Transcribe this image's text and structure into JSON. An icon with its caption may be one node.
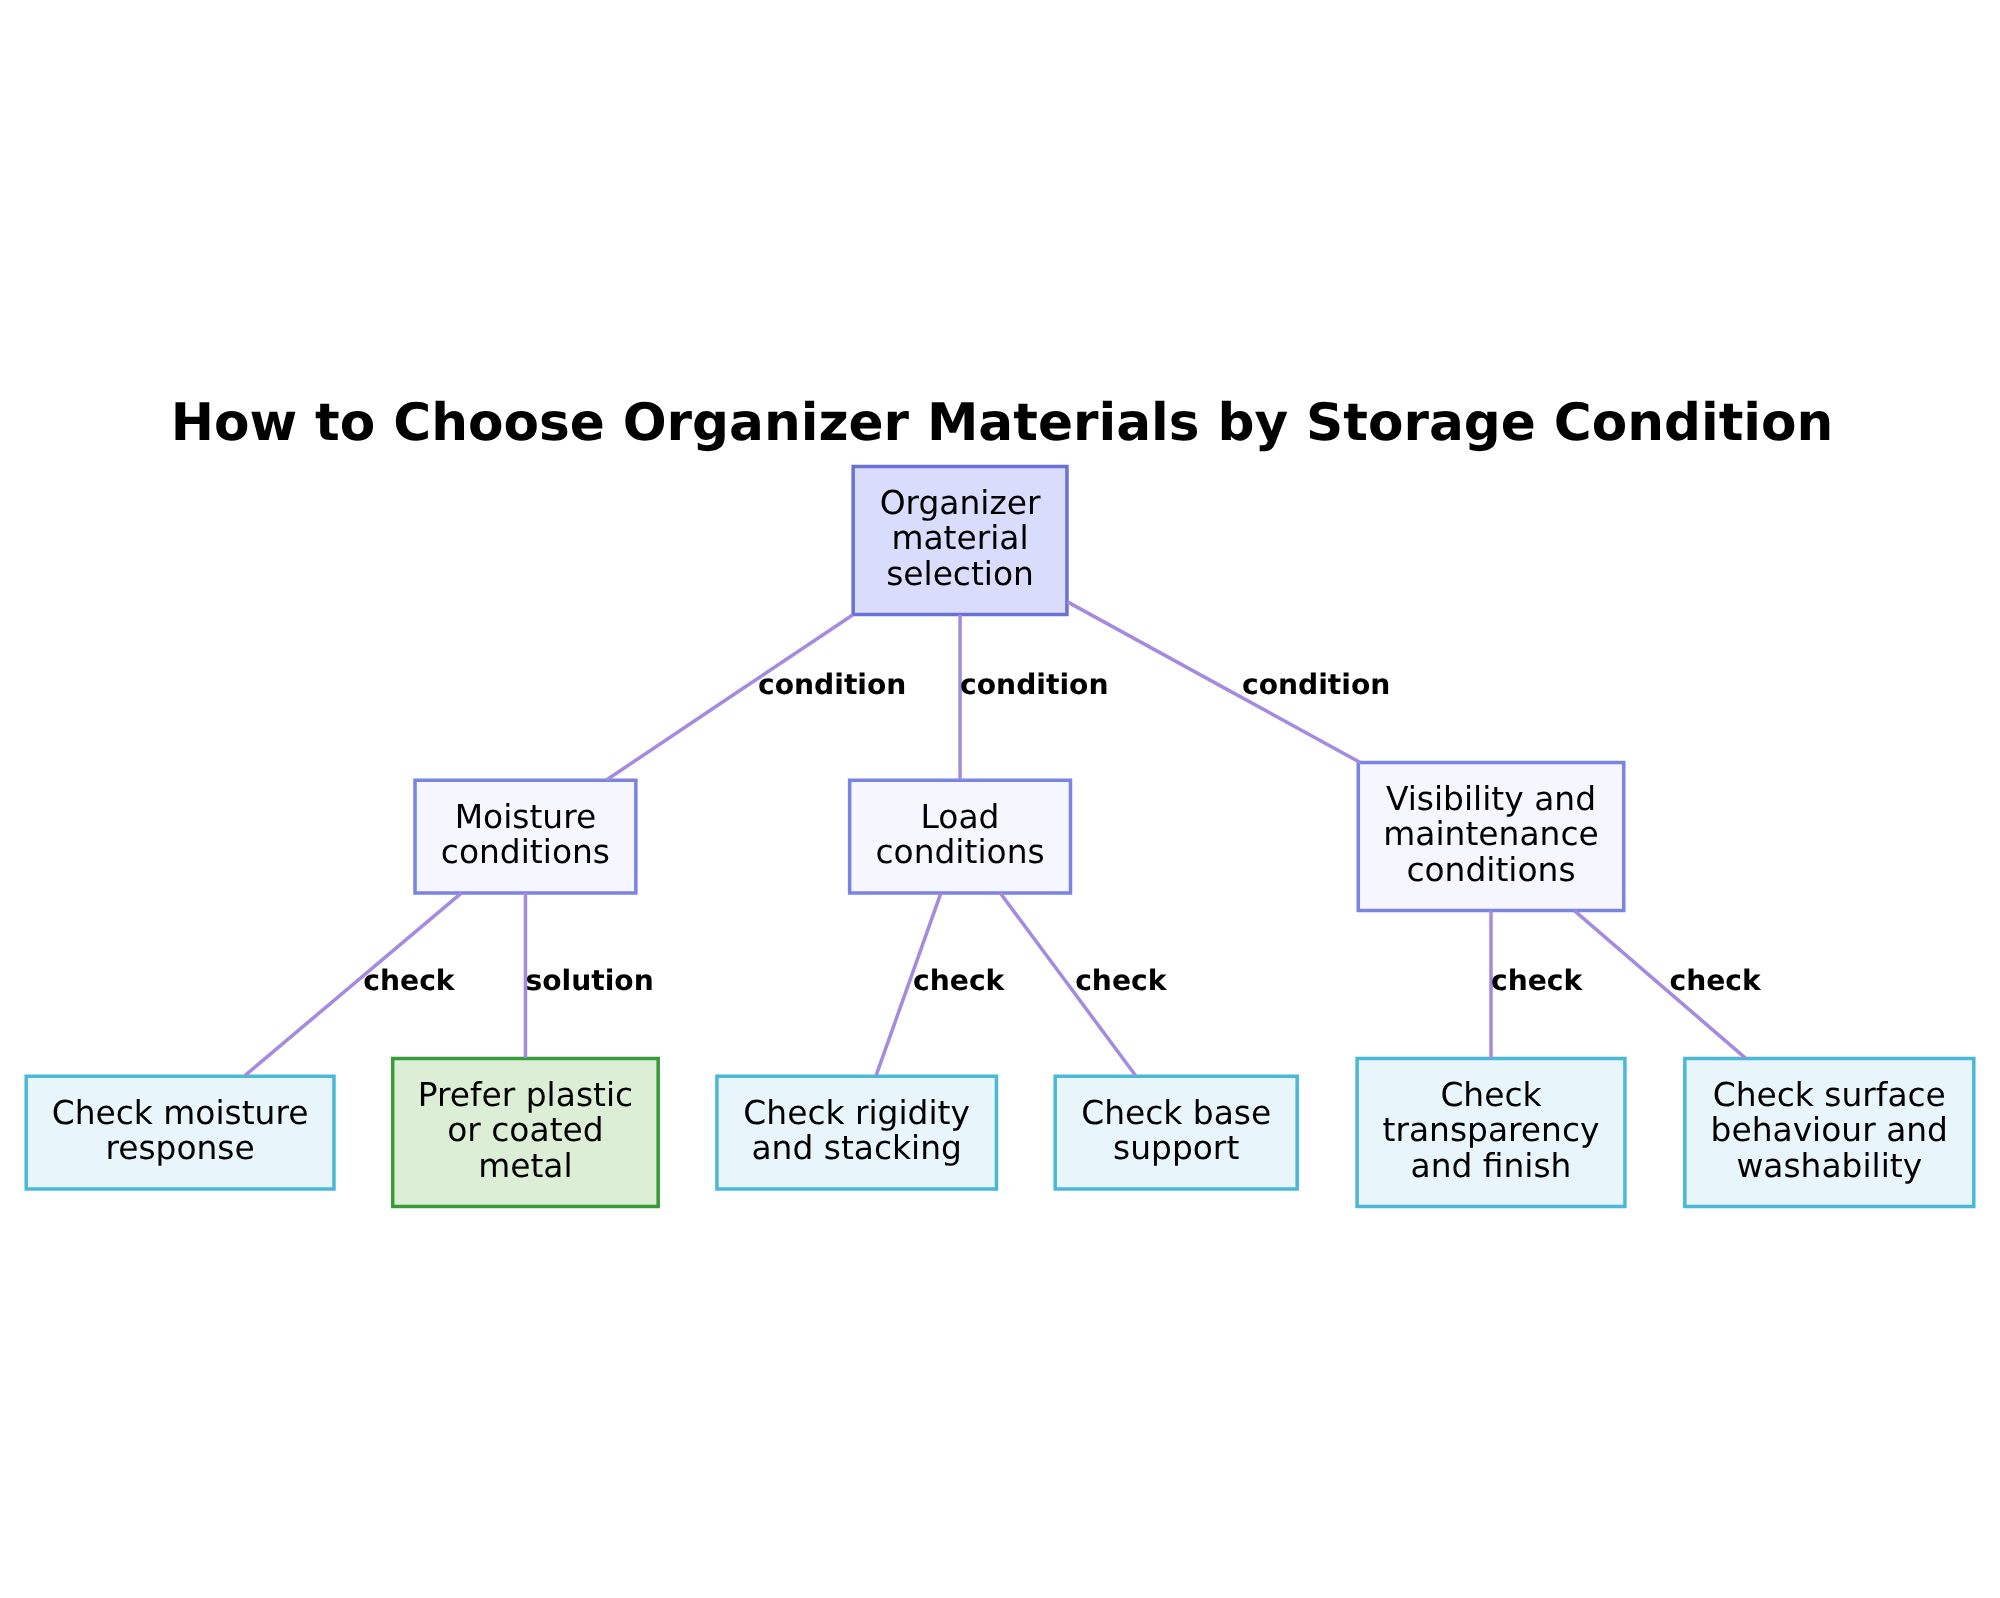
{
  "diagram": {
    "title": "How to Choose Organizer Materials by Storage Condition",
    "nodes": [
      {
        "text": [
          "Organizer material selection"
        ]
      },
      {
        "text": [
          "Moisture conditions"
        ]
      },
      {
        "text": [
          "Load conditions"
        ]
      },
      {
        "text": [
          "Visibility and maintenance conditions"
        ]
      },
      {
        "text": [
          "Check moisture response"
        ]
      },
      {
        "text": [
          "Prefer plastic or coated metal"
        ]
      },
      {
        "text": [
          "Check rigidity and stacking"
        ]
      },
      {
        "text": [
          "Check base support"
        ]
      },
      {
        "text": [
          "Check transparency and finish"
        ]
      },
      {
        "text": [
          "Check surface behaviour and washability"
        ]
      }
    ],
    "edges": [
      {
        "from": 0,
        "to": 1,
        "arrow": "none",
        "label": "condition"
      },
      {
        "from": 0,
        "to": 2,
        "arrow": "none",
        "label": "condition"
      },
      {
        "from": 0,
        "to": 3,
        "arrow": "none",
        "label": "condition"
      },
      {
        "from": 1,
        "to": 4,
        "arrow": "none",
        "label": "check"
      },
      {
        "from": 1,
        "to": 5,
        "arrow": "none",
        "label": "solution"
      },
      {
        "from": 2,
        "to": 6,
        "arrow": "none",
        "label": "check"
      },
      {
        "from": 2,
        "to": 7,
        "arrow": "none",
        "label": "check"
      },
      {
        "from": 3,
        "to": 8,
        "arrow": "none",
        "label": "check"
      },
      {
        "from": 3,
        "to": 9,
        "arrow": "none",
        "label": "check"
      }
    ]
  }
}
